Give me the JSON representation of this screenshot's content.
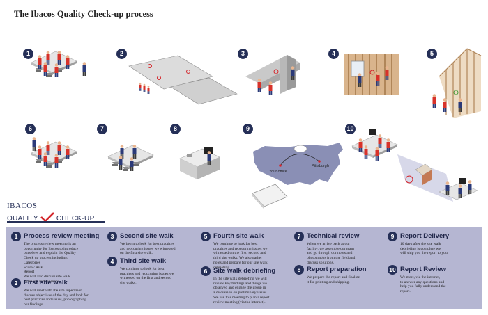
{
  "title": "The Ibacos Quality Check-up process",
  "logo": {
    "company": "IBACOS",
    "product_left": "QUALITY",
    "product_right": "CHECK-UP"
  },
  "colors": {
    "navy": "#252f57",
    "panel": "#b5b6d2",
    "check": "#d4262b",
    "shirt": "#d8322a",
    "jacket": "#2b3a78",
    "map": "#8a8fb5"
  },
  "illustration_badges": [
    "1",
    "2",
    "3",
    "4",
    "5",
    "6",
    "7",
    "8",
    "9",
    "10"
  ],
  "map": {
    "origin_label": "Your office",
    "destination_label": "Pittsburgh"
  },
  "steps": [
    {
      "num": "1",
      "heading": "Process review meeting",
      "body": "The process review meeting is an\nopportunity for Ibacos to introduce\nourselves and explain the Quality\nCheck up process including:\n          Categories\n          Score / Risk\n          Report\nWe will also discuss site walk\nlocations and itinerary."
    },
    {
      "num": "2",
      "heading": "First site walk",
      "body": "We will meet with the site supervisor,\ndiscuss objectives of the day and look for\nbest practices and issues, photographing\nour findings."
    },
    {
      "num": "3",
      "heading": "Second site walk",
      "body": "We begin to look for best practices\nand reoccuring issues we witnessed\non the first site walk."
    },
    {
      "num": "4",
      "heading": "Third site walk",
      "body": "We continue to look for best\npractices and reoccuring issues we\nwitnessed on the first and second\nsite walks."
    },
    {
      "num": "5",
      "heading": "Fourth site walk",
      "body": "We continue to look for best\npractices and reoccuring issues we\nwitnessed on the first, second and\nthird site walks. We also gather\nnotes and prepare for our site walk\ndebriefing."
    },
    {
      "num": "6",
      "heading": "Site walk debriefing",
      "body": "In the site walk debriefing we will\nreview key findings and things we\nobserved and engage the group in\na discussion on preliminary issues.\nWe use this meeting to plan a report\nreview meeting (via the internet)."
    },
    {
      "num": "7",
      "heading": "Technical review",
      "body": "When we arrive back at our\nfacility, we assemble our team\nand go through our notes and\nphotographs from the field and\ndiscuss solutions."
    },
    {
      "num": "8",
      "heading": "Report preparation",
      "body": "We prepare the report and finalize\nit for printing and shipping."
    },
    {
      "num": "9",
      "heading": "Report Delivery",
      "body": "10 days after the site walk\ndebriefing is complete we\nwill ship you the report to you."
    },
    {
      "num": "10",
      "heading": "Report Review",
      "body": "We meet, via the internet,\nto answer any questions and\nhelp you fully understand the\nreport."
    }
  ]
}
